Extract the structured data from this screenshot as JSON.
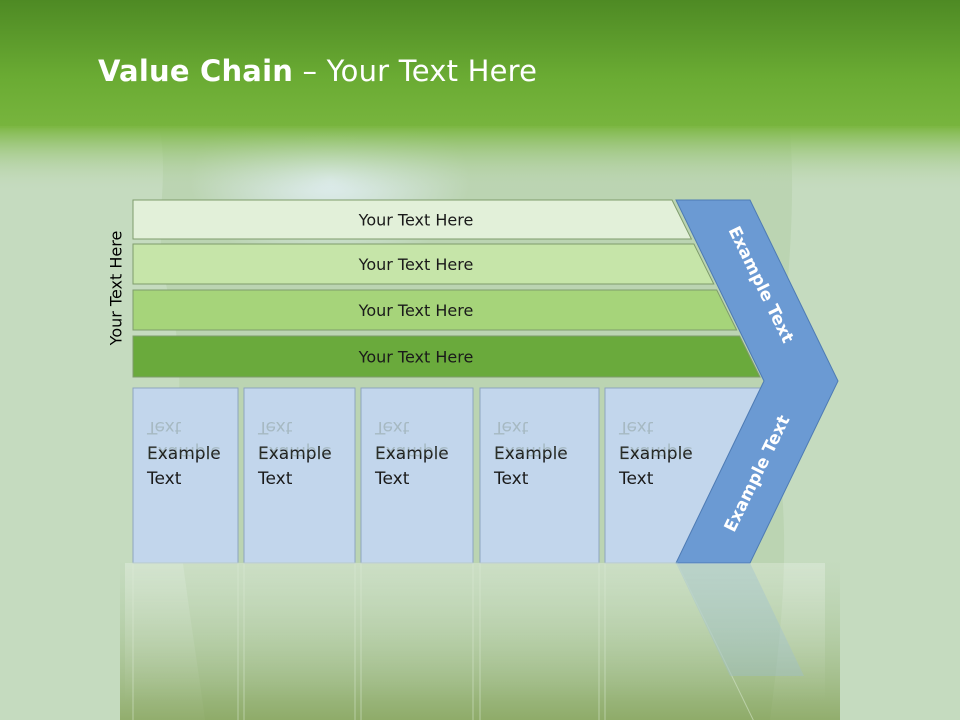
{
  "slide": {
    "title_bold": "Value Chain",
    "title_rest": " – Your Text Here",
    "side_label": "Your Text Here"
  },
  "support_bars": [
    {
      "label": "Your Text Here",
      "color": "#e2f0d9"
    },
    {
      "label": "Your Text Here",
      "color": "#c6e5a9"
    },
    {
      "label": "Your Text Here",
      "color": "#a6d47a"
    },
    {
      "label": "Your Text Here",
      "color": "#6aaa3c"
    }
  ],
  "primary_boxes": [
    {
      "line1": "Example",
      "line2": "Text"
    },
    {
      "line1": "Example",
      "line2": "Text"
    },
    {
      "line1": "Example",
      "line2": "Text"
    },
    {
      "line1": "Example",
      "line2": "Text"
    },
    {
      "line1": "Example",
      "line2": "Text"
    }
  ],
  "chevron": {
    "upper_label": "Example Text",
    "lower_label": "Example Text",
    "color": "#6b9ad3"
  },
  "colors": {
    "header_green": "#5f9f2f",
    "box_blue": "#c2d6ec",
    "text_dark": "#1a1a1a"
  }
}
